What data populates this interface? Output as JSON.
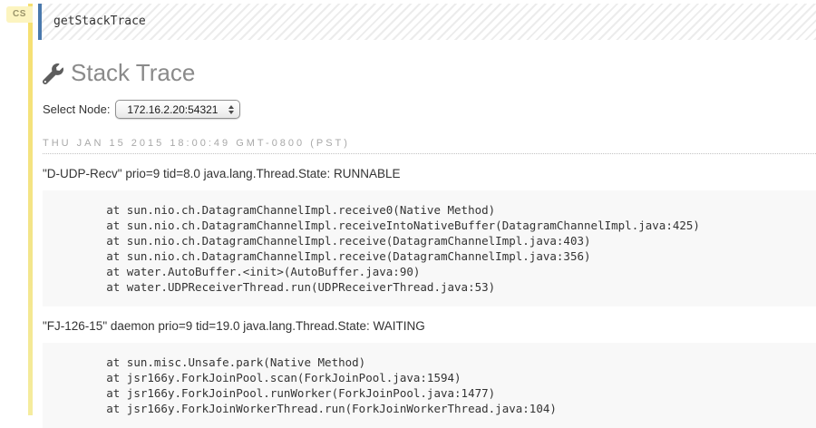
{
  "colors": {
    "accent_yellow": "#f6df6f",
    "badge_bg": "#fcf4c0",
    "badge_text": "#9a946a",
    "cell_border_blue": "#4a79ad",
    "pre_bg": "#f8f8f8",
    "title_gray": "#8a8a8a",
    "timestamp_gray": "#a8a8a8",
    "text_dark": "#333333"
  },
  "cell": {
    "badge_label": "CS",
    "input_value": "getStackTrace"
  },
  "output": {
    "title": "Stack Trace",
    "title_icon": "wrench-icon",
    "select_node": {
      "label": "Select Node:",
      "selected_value": "172.16.2.20:54321"
    },
    "timestamp": "THU JAN 15 2015 18:00:49 GMT-0800 (PST)",
    "threads": [
      {
        "header": "\"D-UDP-Recv\" prio=9 tid=8.0 java.lang.Thread.State: RUNNABLE",
        "frames": [
          "at sun.nio.ch.DatagramChannelImpl.receive0(Native Method)",
          "at sun.nio.ch.DatagramChannelImpl.receiveIntoNativeBuffer(DatagramChannelImpl.java:425)",
          "at sun.nio.ch.DatagramChannelImpl.receive(DatagramChannelImpl.java:403)",
          "at sun.nio.ch.DatagramChannelImpl.receive(DatagramChannelImpl.java:356)",
          "at water.AutoBuffer.<init>(AutoBuffer.java:90)",
          "at water.UDPReceiverThread.run(UDPReceiverThread.java:53)"
        ]
      },
      {
        "header": "\"FJ-126-15\" daemon prio=9 tid=19.0 java.lang.Thread.State: WAITING",
        "frames": [
          "at sun.misc.Unsafe.park(Native Method)",
          "at jsr166y.ForkJoinPool.scan(ForkJoinPool.java:1594)",
          "at jsr166y.ForkJoinPool.runWorker(ForkJoinPool.java:1477)",
          "at jsr166y.ForkJoinWorkerThread.run(ForkJoinWorkerThread.java:104)"
        ]
      }
    ]
  }
}
